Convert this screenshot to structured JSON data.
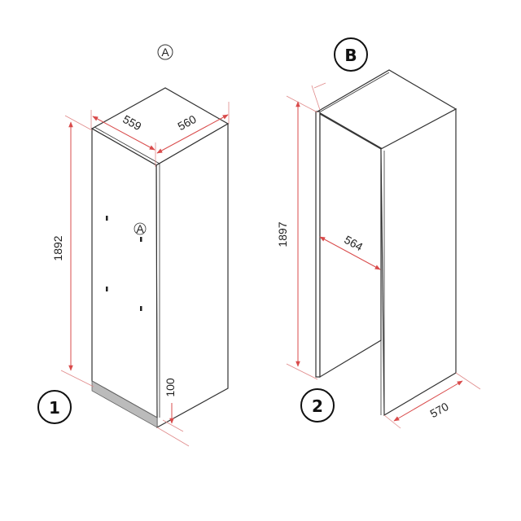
{
  "labels": {
    "top_a": "A",
    "b": "B",
    "one": "1",
    "two": "2",
    "door_a": "A"
  },
  "dimensions": {
    "fig1_height": "1892",
    "fig1_depth": "559",
    "fig1_width": "560",
    "fig1_plinth": "100",
    "fig2_height": "1897",
    "fig2_inner": "564",
    "fig2_depth": "570"
  },
  "colors": {
    "dimension": "#d94b4b",
    "outline": "#333333"
  }
}
